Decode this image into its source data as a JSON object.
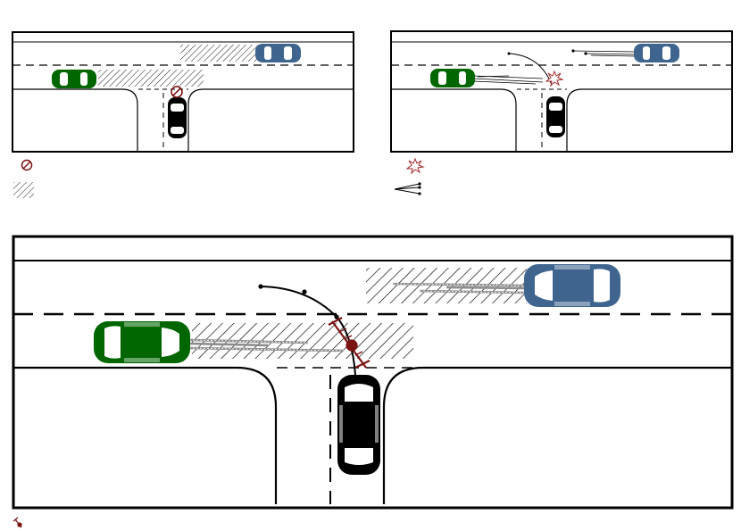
{
  "diagram": {
    "panels": [
      {
        "id": "top-left",
        "scenario": "view-obstructed-no-crash"
      },
      {
        "id": "top-right",
        "scenario": "collision-with-skid-marks"
      },
      {
        "id": "bottom",
        "scenario": "detail-trajectory-and-impact"
      }
    ],
    "vehicles": [
      {
        "name": "green-car",
        "color": "#006600",
        "heading": "east"
      },
      {
        "name": "blue-car",
        "color": "#3f658f",
        "heading": "west"
      },
      {
        "name": "black-car",
        "color": "#000000",
        "heading": "north"
      }
    ],
    "legend": [
      {
        "icon": "no-entry-icon",
        "meaning": ""
      },
      {
        "icon": "hatched-zone-icon",
        "meaning": ""
      },
      {
        "icon": "collision-burst-icon",
        "meaning": ""
      },
      {
        "icon": "skid-marks-icon",
        "meaning": ""
      },
      {
        "icon": "impact-point-icon",
        "meaning": ""
      }
    ],
    "colors": {
      "road_line": "#000000",
      "impact": "#7a1414",
      "skid": "#8c8c8c",
      "hatch": "#000000"
    }
  }
}
